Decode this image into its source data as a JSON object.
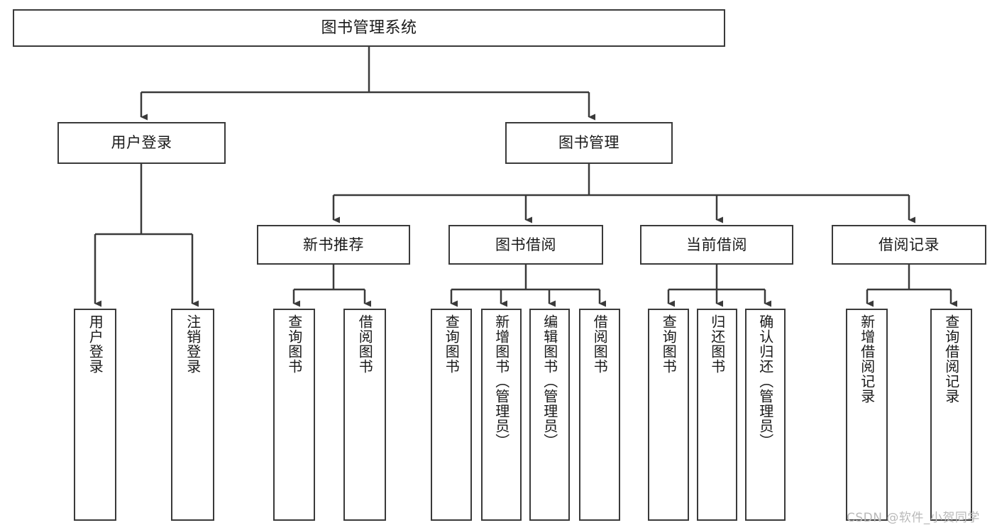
{
  "diagram": {
    "title": "图书管理系统",
    "type": "功能结构图",
    "root": {
      "label": "图书管理系统"
    },
    "level2": [
      {
        "label": "用户登录"
      },
      {
        "label": "图书管理"
      }
    ],
    "level3": [
      {
        "label": "新书推荐"
      },
      {
        "label": "图书借阅"
      },
      {
        "label": "当前借阅"
      },
      {
        "label": "借阅记录"
      }
    ],
    "leaves": {
      "user_login": [
        {
          "label": "用户登录"
        },
        {
          "label": "注销登录"
        }
      ],
      "new_book_recommend": [
        {
          "label": "查询图书"
        },
        {
          "label": "借阅图书"
        }
      ],
      "book_borrow": [
        {
          "label": "查询图书"
        },
        {
          "label": "新增图书（管理员）"
        },
        {
          "label": "编辑图书（管理员）"
        },
        {
          "label": "借阅图书"
        }
      ],
      "current_borrow": [
        {
          "label": "查询图书"
        },
        {
          "label": "归还图书"
        },
        {
          "label": "确认归还（管理员）"
        }
      ],
      "borrow_record": [
        {
          "label": "新增借阅记录"
        },
        {
          "label": "查询借阅记录"
        }
      ]
    }
  },
  "watermark": {
    "text": "CSDN @软件_小贺同学"
  },
  "colors": {
    "stroke": "#3a3a3a",
    "fill": "#ffffff",
    "text": "#1a1a1a",
    "watermark": "#b9b9b9"
  }
}
